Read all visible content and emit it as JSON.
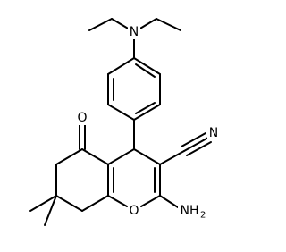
{
  "atoms": {
    "n_amine": {
      "text": "N"
    },
    "o_ketone": {
      "text": "O"
    },
    "n_nitrile": {
      "text": "N"
    },
    "o_ring": {
      "text": "O"
    },
    "amino_main": {
      "text": "NH"
    },
    "amino_sub": {
      "text": "2"
    }
  }
}
